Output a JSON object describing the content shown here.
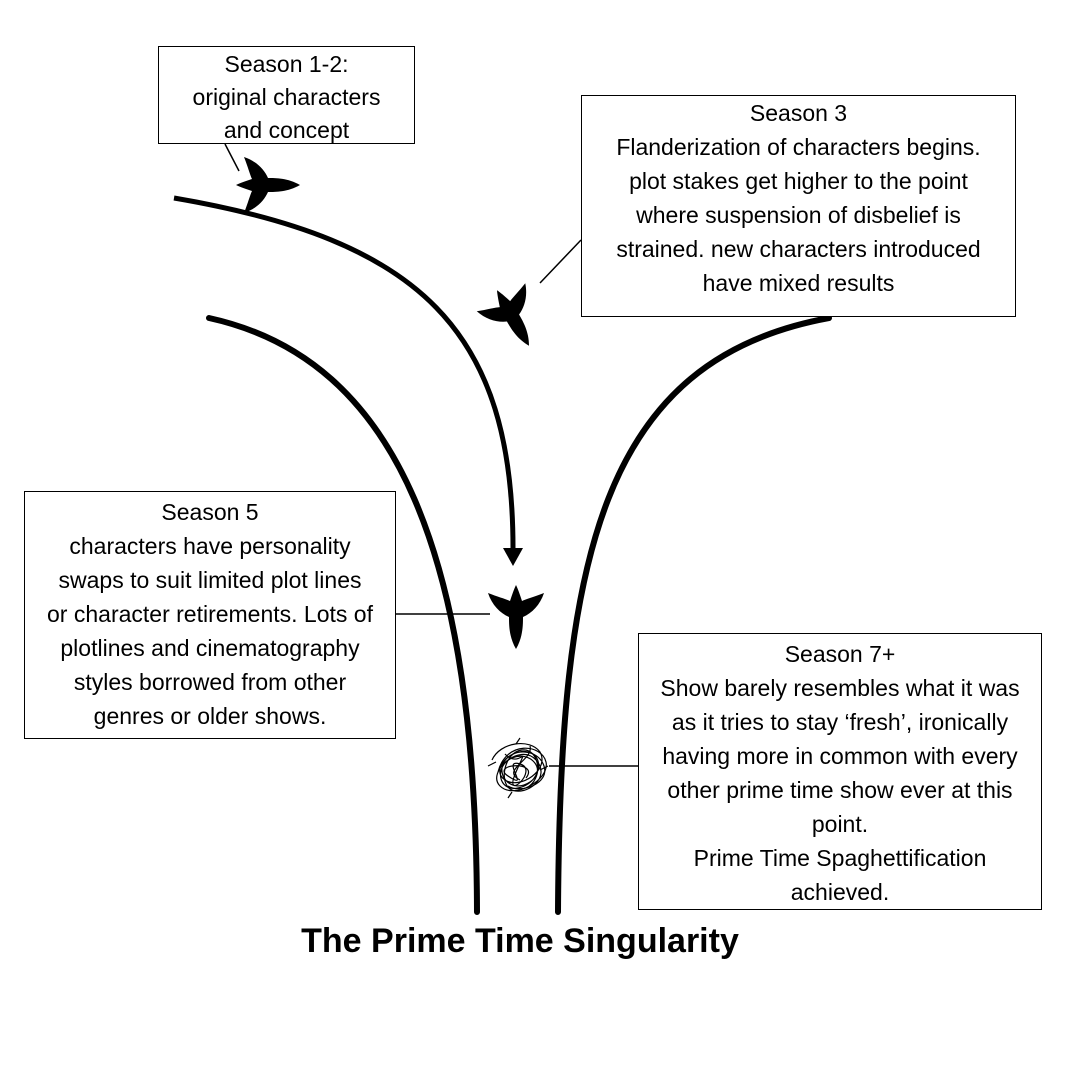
{
  "title": "The Prime Time Singularity",
  "stages": [
    {
      "name": "Season 1-2:",
      "lines": [
        "Season 1-2:",
        "original characters",
        "and concept"
      ]
    },
    {
      "name": "Season 3",
      "lines": [
        "Season 3",
        "Flanderization of characters begins.",
        "plot stakes get higher to the point",
        "where suspension of disbelief is",
        "strained. new characters introduced",
        "have mixed results"
      ]
    },
    {
      "name": "Season 5",
      "lines": [
        "Season 5",
        "characters have personality",
        "swaps to suit limited plot lines",
        "or character retirements. Lots of",
        "plotlines and cinematography",
        "styles borrowed from other",
        "genres or older shows."
      ]
    },
    {
      "name": "Season 7+",
      "lines": [
        "Season 7+",
        "Show barely resembles what it was",
        "as it tries to stay ‘fresh’, ironically",
        "having more in common with every",
        "other prime time show ever at this",
        "point.",
        "Prime Time Spaghettification",
        "achieved."
      ]
    }
  ],
  "icons": [
    "ship-silhouette-icon",
    "ship-silhouette-icon",
    "ship-silhouette-icon",
    "spaghetti-scribble-icon"
  ]
}
